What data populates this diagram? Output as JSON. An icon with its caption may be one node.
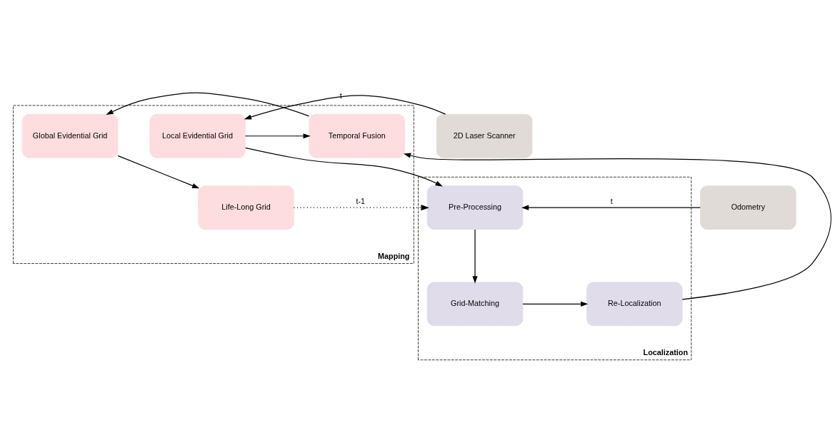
{
  "diagram": {
    "nodes": [
      {
        "text": [
          "Mapping"
        ]
      },
      {
        "text": [
          "Localization"
        ]
      },
      {
        "text": [
          "2D Laser Scanner"
        ]
      },
      {
        "text": [
          "Local Evidential Grid"
        ],
        "in": 0
      },
      {
        "text": [
          "Temporal Fusion"
        ],
        "in": 0
      },
      {
        "text": [
          "Global Evidential Grid"
        ],
        "in": 0
      },
      {
        "text": [
          "Odometry"
        ]
      },
      {
        "text": [
          "Pre-Processing"
        ],
        "in": 1
      },
      {
        "text": [
          "Life-Long Grid"
        ],
        "in": 0
      },
      {
        "text": [
          "Grid-Matching"
        ],
        "in": 1
      },
      {
        "text": [
          "Re-Localization"
        ],
        "in": 1
      }
    ],
    "edges": [
      {
        "from": 2,
        "to": 3,
        "arrow": "to",
        "label": "t"
      },
      {
        "from": 3,
        "to": 4,
        "arrow": "to"
      },
      {
        "from": 4,
        "to": 5,
        "arrow": "to"
      },
      {
        "from": 3,
        "to": 7,
        "arrow": "to"
      },
      {
        "from": 5,
        "to": 8,
        "arrow": "to"
      },
      {
        "from": 6,
        "to": 7,
        "arrow": "to",
        "label": "t"
      },
      {
        "from": 8,
        "to": 7,
        "arrow": "to",
        "label": "t-1",
        "style": "dashed"
      },
      {
        "from": 7,
        "to": 9,
        "arrow": "to"
      },
      {
        "from": 9,
        "to": 10,
        "arrow": "to"
      },
      {
        "from": 10,
        "to": 4,
        "arrow": "to"
      }
    ]
  }
}
